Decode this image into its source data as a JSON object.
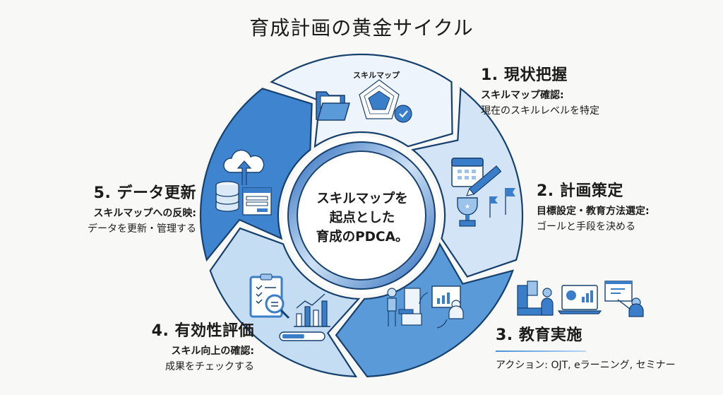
{
  "title": "育成計画の黄金サイクル",
  "center": {
    "line1": "スキルマップを",
    "line2": "起点とした",
    "line3": "育成のPDCA。"
  },
  "colors": {
    "outline": "#16406e",
    "step1_fill": "#eef4fb",
    "step2_fill": "#d2e4f6",
    "step3_fill": "#5a9ad9",
    "step4_fill": "#c5ddf3",
    "step5_fill": "#3f84cf",
    "icon_blue": "#3a7dc9",
    "accent_line": "#4a90d9"
  },
  "steps": [
    {
      "number": "1.",
      "heading": "1. 現状把握",
      "subheading": "スキルマップ確認:",
      "description": "現在のスキルレベルを特定",
      "icon_caption": "スキルマップ",
      "icons": [
        "folder-icon",
        "radar-chart-icon",
        "check-circle-icon"
      ]
    },
    {
      "number": "2.",
      "heading": "2. 計画策定",
      "subheading": "目標設定・教育方法選定:",
      "description": "ゴールと手段を決める",
      "icons": [
        "calendar-icon",
        "pencil-icon",
        "trophy-icon",
        "flag-icon"
      ]
    },
    {
      "number": "3.",
      "heading": "3. 教育実施",
      "subheading": "",
      "description": "アクション: OJT, eラーニング, セミナー",
      "icons": [
        "machine-operator-icon",
        "monitor-learner-icon",
        "cycle-arrows-icon",
        "laptop-dashboard-icon",
        "presenter-icon"
      ]
    },
    {
      "number": "4.",
      "heading": "4. 有効性評価",
      "subheading": "スキル向上の確認:",
      "description": "成果をチェックする",
      "icons": [
        "clipboard-checklist-icon",
        "magnifier-icon",
        "bar-chart-growth-icon",
        "progress-bar-icon"
      ],
      "progress_fraction": 0.55
    },
    {
      "number": "5.",
      "heading": "5. データ更新",
      "subheading": "スキルマップへの反映:",
      "description": "データを更新・管理する",
      "icons": [
        "cloud-upload-icon",
        "database-icon",
        "form-window-icon"
      ]
    }
  ]
}
